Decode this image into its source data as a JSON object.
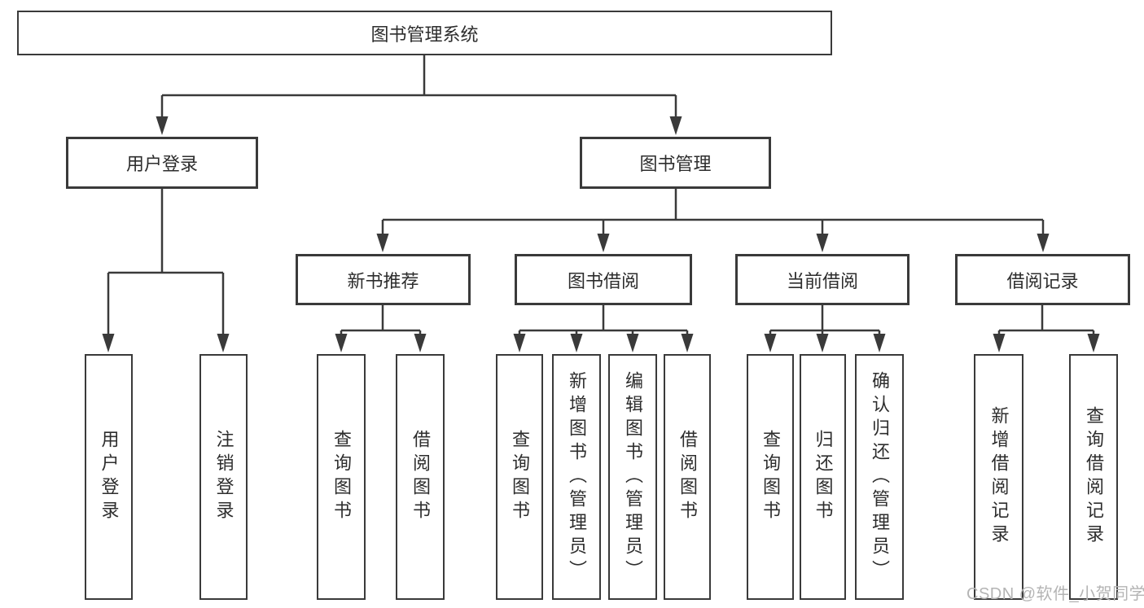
{
  "diagram": {
    "root": {
      "label": "图书管理系统"
    },
    "level1": [
      {
        "label": "用户登录",
        "children": [
          {
            "label": "用户登录"
          },
          {
            "label": "注销登录"
          }
        ]
      },
      {
        "label": "图书管理",
        "children": [
          {
            "label": "新书推荐",
            "children": [
              {
                "label": "查询图书"
              },
              {
                "label": "借阅图书"
              }
            ]
          },
          {
            "label": "图书借阅",
            "children": [
              {
                "label": "查询图书"
              },
              {
                "label": "新增图书（管理员）"
              },
              {
                "label": "编辑图书（管理员）"
              },
              {
                "label": "借阅图书"
              }
            ]
          },
          {
            "label": "当前借阅",
            "children": [
              {
                "label": "查询图书"
              },
              {
                "label": "归还图书"
              },
              {
                "label": "确认归还（管理员）"
              }
            ]
          },
          {
            "label": "借阅记录",
            "children": [
              {
                "label": "新增借阅记录"
              },
              {
                "label": "查询借阅记录"
              }
            ]
          }
        ]
      }
    ]
  },
  "watermark": {
    "text": "CSDN @软件_小贺同学"
  },
  "colors": {
    "line": "#3a3a3a",
    "text": "#2d2d2d",
    "background": "#ffffff",
    "watermark": "#b4b4b4"
  }
}
